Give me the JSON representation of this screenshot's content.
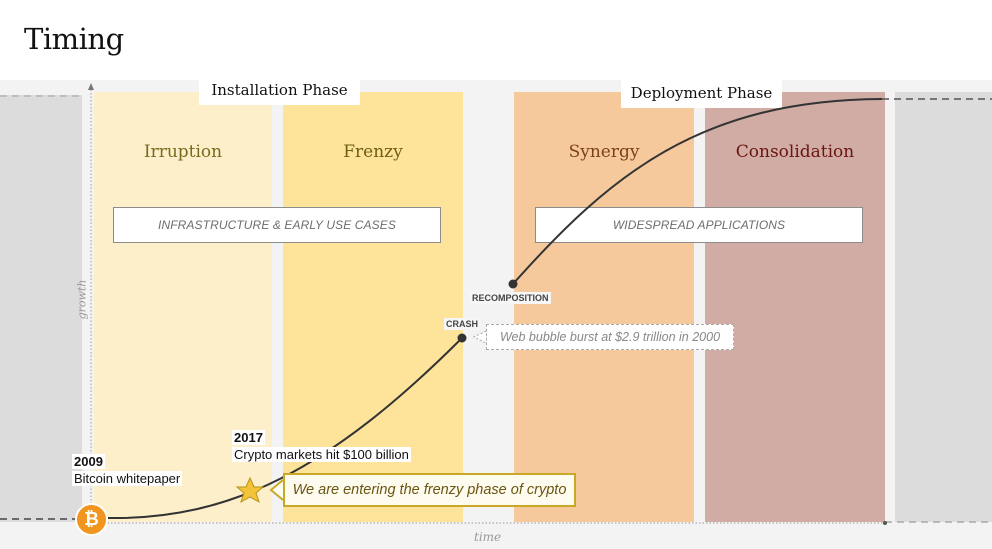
{
  "title": "Timing",
  "phases": {
    "installation": "Installation Phase",
    "deployment": "Deployment Phase"
  },
  "stages": [
    {
      "name": "Irruption",
      "color": "#7a6a1e"
    },
    {
      "name": "Frenzy",
      "color": "#6e5d15"
    },
    {
      "name": "Synergy",
      "color": "#7b4216"
    },
    {
      "name": "Consolidation",
      "color": "#6b1512"
    }
  ],
  "stage_colors": {
    "irruption": "#fdefc9",
    "frenzy": "#fde49a",
    "synergy": "#f6c99c",
    "consolidation": "#d1aca5",
    "outer": "#dcdcdc",
    "background": "#f3f3f3"
  },
  "use_cases": {
    "installation": "INFRASTRUCTURE & EARLY USE CASES",
    "deployment": "WIDESPREAD APPLICATIONS"
  },
  "points": {
    "recomposition": "RECOMPOSITION",
    "crash": "CRASH",
    "crash_note": "Web bubble burst at $2.9 trillion in 2000"
  },
  "events": [
    {
      "year": "2009",
      "desc": "Bitcoin whitepaper"
    },
    {
      "year": "2017",
      "desc": "Crypto markets hit $100 billion"
    }
  ],
  "frenzy_callout": "We are entering the frenzy phase of crypto",
  "icons": {
    "bitcoin": "bitcoin-icon",
    "star": "star-icon",
    "bitcoin_glyph": "₿"
  },
  "axes": {
    "y": "growth",
    "x": "time"
  }
}
